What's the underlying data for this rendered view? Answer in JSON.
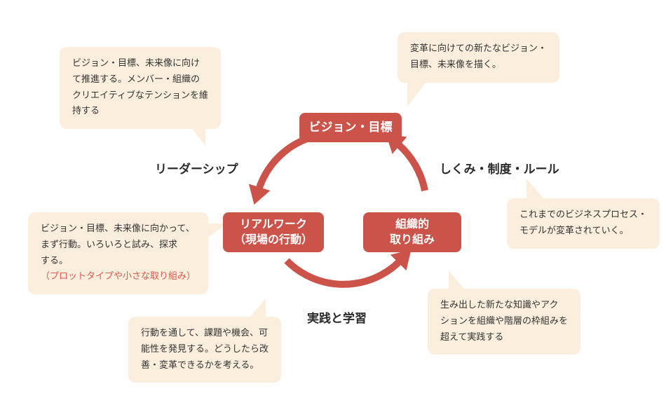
{
  "palette": {
    "accent": "#cb5349",
    "bubble_bg": "#fbeedd",
    "text": "#333333",
    "note_red": "#e0584b"
  },
  "nodes": {
    "vision": {
      "label": "ビジョン・目標"
    },
    "realwork": {
      "label": "リアルワーク\n（現場の行動）"
    },
    "organization": {
      "label": "組織的\n取り組み"
    }
  },
  "edge_labels": {
    "leadership": "リーダーシップ",
    "system": "しくみ・制度・ルール",
    "practice": "実践と学習"
  },
  "callouts": {
    "leadership_note": "ビジョン・目標、未来像に向け\nて推進する。メンバー・組織の\nクリエイティブなテンションを維\n持する",
    "vision_note": "変革に向けての新たなビジョン・\n目標、未来像を描く。",
    "system_note": "これまでのビジネスプロセス・\nモデルが変革されていく。",
    "realwork_note": "ビジョン・目標、未来像に向かって、\nまず行動。いろいろと試み、探求\nする。",
    "realwork_note_sub": "（プロットタイプや小さな取り組み）",
    "organization_note": "生み出した新たな知識やアク\nションを組織や階層の枠組みを\n超えて実践する",
    "practice_note": "行動を通して、課題や機会、可\n能性を発見する。どうしたら改\n善・変革できるかを考える。"
  }
}
